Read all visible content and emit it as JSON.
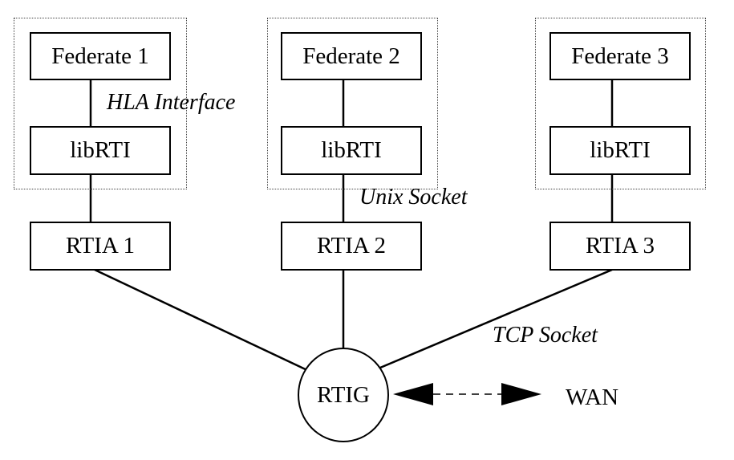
{
  "diagram": {
    "federates": [
      {
        "federate_label": "Federate 1",
        "lib_label": "libRTI",
        "rtia_label": "RTIA 1"
      },
      {
        "federate_label": "Federate 2",
        "lib_label": "libRTI",
        "rtia_label": "RTIA 2"
      },
      {
        "federate_label": "Federate 3",
        "lib_label": "libRTI",
        "rtia_label": "RTIA 3"
      }
    ],
    "labels": {
      "hla_interface": "HLA Interface",
      "unix_socket": "Unix Socket",
      "tcp_socket": "TCP Socket"
    },
    "rtig_label": "RTIG",
    "wan_label": "WAN"
  }
}
